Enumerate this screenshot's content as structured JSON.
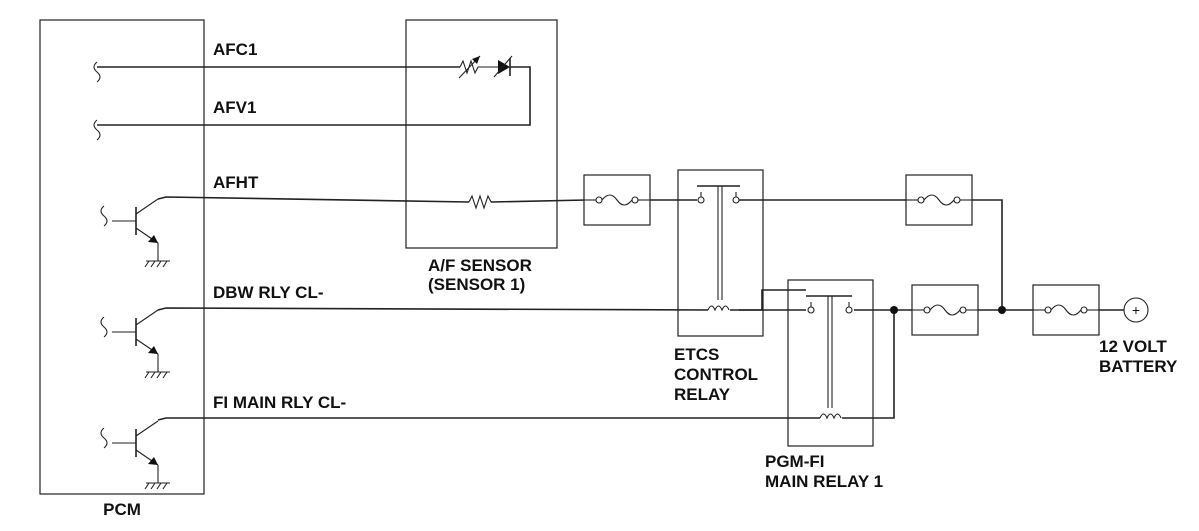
{
  "labels": {
    "afc1": "AFC1",
    "afv1": "AFV1",
    "afht": "AFHT",
    "dbw": "DBW RLY CL-",
    "fimain": "FI MAIN RLY CL-",
    "pcm": "PCM",
    "af_sensor": [
      "A/F SENSOR",
      "(SENSOR 1)"
    ],
    "etcs": [
      "ETCS",
      "CONTROL",
      "RELAY"
    ],
    "pgmfi": [
      "PGM-FI",
      "MAIN RELAY 1"
    ],
    "battery": [
      "12 VOLT",
      "BATTERY"
    ],
    "battery_symbol": "+"
  }
}
